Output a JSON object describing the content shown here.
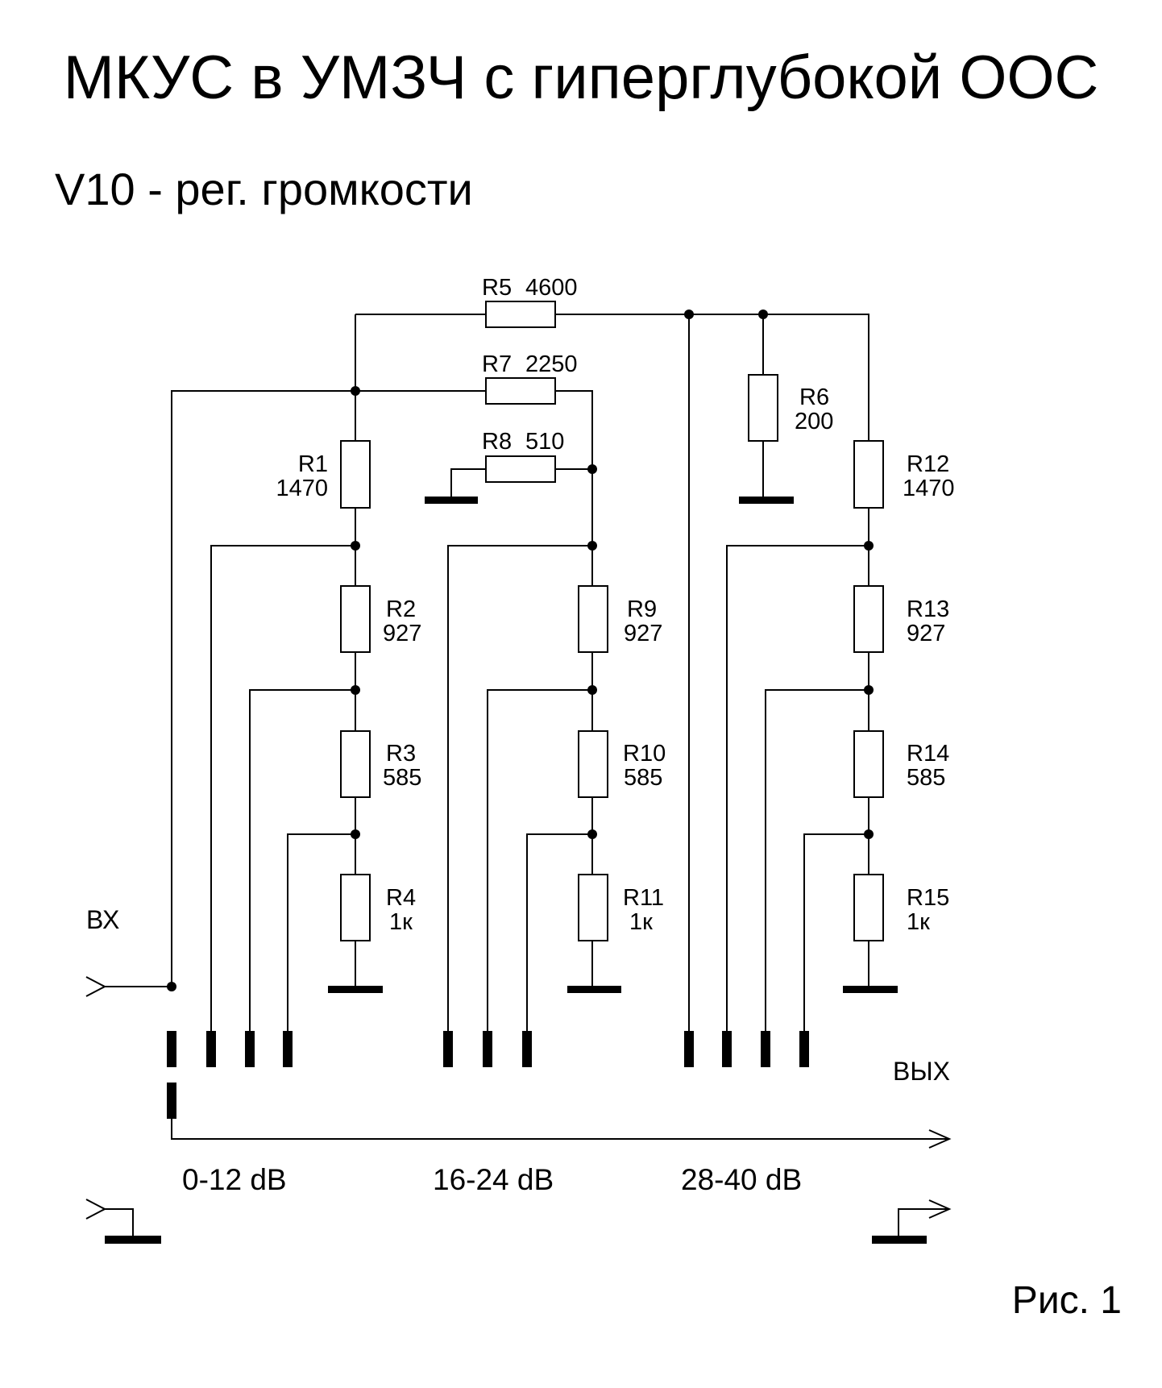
{
  "title": "МКУС в УМЗЧ с гиперглубокой ООС",
  "subtitle": "V10 - рег. громкости",
  "figure_label": "Рис. 1",
  "resistors": {
    "R1": {
      "name": "R1",
      "value": "1470"
    },
    "R2": {
      "name": "R2",
      "value": "927"
    },
    "R3": {
      "name": "R3",
      "value": "585"
    },
    "R4": {
      "name": "R4",
      "value": "1к"
    },
    "R5": {
      "name": "R5",
      "value": "4600"
    },
    "R6": {
      "name": "R6",
      "value": "200"
    },
    "R7": {
      "name": "R7",
      "value": "2250"
    },
    "R8": {
      "name": "R8",
      "value": "510"
    },
    "R9": {
      "name": "R9",
      "value": "927"
    },
    "R10": {
      "name": "R10",
      "value": "585"
    },
    "R11": {
      "name": "R11",
      "value": "1к"
    },
    "R12": {
      "name": "R12",
      "value": "1470"
    },
    "R13": {
      "name": "R13",
      "value": "927"
    },
    "R14": {
      "name": "R14",
      "value": "585"
    },
    "R15": {
      "name": "R15",
      "value": "1к"
    }
  },
  "input_label": "ВХ",
  "output_label": "ВЫХ",
  "ranges": [
    "0-12 dB",
    "16-24 dB",
    "28-40 dB"
  ]
}
